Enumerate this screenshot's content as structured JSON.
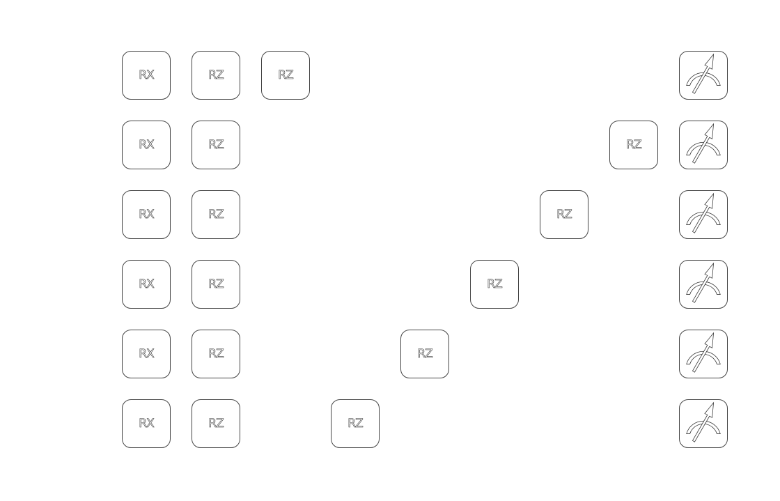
{
  "circuit": {
    "qubits": 6,
    "rows": [
      {
        "gates": [
          {
            "label": "RX",
            "col": 0
          },
          {
            "label": "RZ",
            "col": 1
          },
          {
            "label": "RZ",
            "col": 2
          }
        ],
        "measure": "measure-icon"
      },
      {
        "gates": [
          {
            "label": "RX",
            "col": 0
          },
          {
            "label": "RZ",
            "col": 1
          },
          {
            "label": "RZ",
            "col": 7
          }
        ],
        "measure": "measure-icon"
      },
      {
        "gates": [
          {
            "label": "RX",
            "col": 0
          },
          {
            "label": "RZ",
            "col": 1
          },
          {
            "label": "RZ",
            "col": 6
          }
        ],
        "measure": "measure-icon"
      },
      {
        "gates": [
          {
            "label": "RX",
            "col": 0
          },
          {
            "label": "RZ",
            "col": 1
          },
          {
            "label": "RZ",
            "col": 5
          }
        ],
        "measure": "measure-icon"
      },
      {
        "gates": [
          {
            "label": "RX",
            "col": 0
          },
          {
            "label": "RZ",
            "col": 1
          },
          {
            "label": "RZ",
            "col": 4
          }
        ],
        "measure": "measure-icon"
      },
      {
        "gates": [
          {
            "label": "RX",
            "col": 0
          },
          {
            "label": "RZ",
            "col": 1
          },
          {
            "label": "RZ",
            "col": 3
          }
        ],
        "measure": "measure-icon"
      }
    ]
  }
}
